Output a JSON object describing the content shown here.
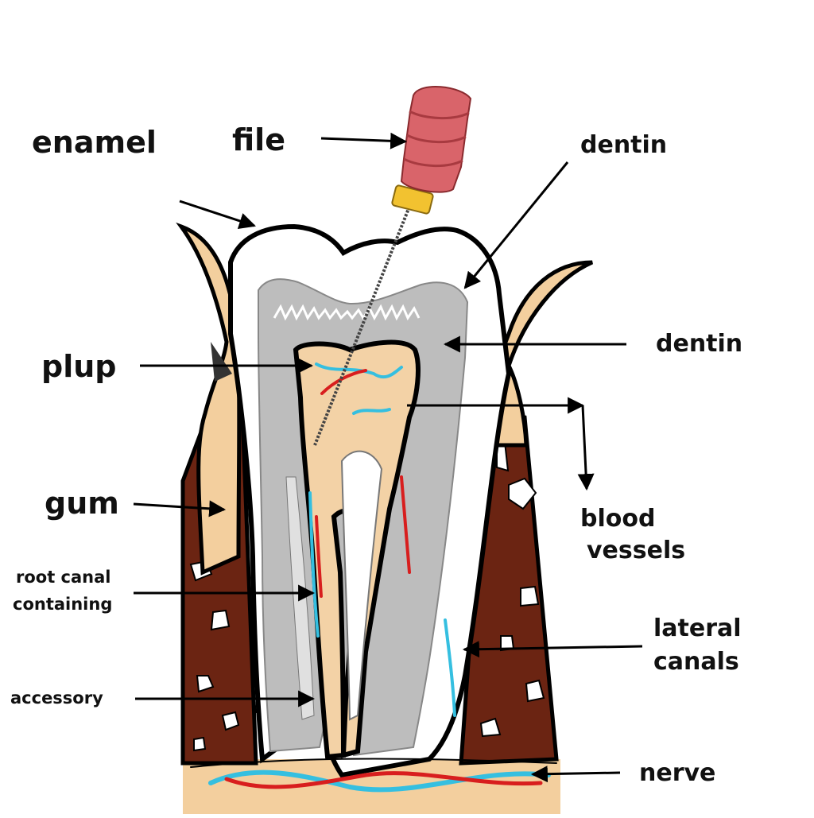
{
  "labels": {
    "enamel": "enamel",
    "file": "file",
    "dentin_top": "dentin",
    "dentin_mid": "dentin",
    "plup": "plup",
    "blood_line1": "blood",
    "blood_line2": "vessels",
    "gum": "gum",
    "root_canal_line1": "root canal",
    "root_canal_line2": "containing",
    "lateral_line1": "lateral",
    "lateral_line2": "canals",
    "accessory": "accessory",
    "nerve": "nerve"
  },
  "colors": {
    "bone": "#6b2412",
    "tissue": "#f3cf9e",
    "enamel": "#ffffff",
    "dentin": "#bdbdbd",
    "pulp": "#f3d2a6",
    "nerve_blue": "#35bfe0",
    "artery_red": "#d81e1e",
    "file_handle": "#d9646a",
    "file_ring": "#f2c230",
    "outline": "#000000"
  }
}
